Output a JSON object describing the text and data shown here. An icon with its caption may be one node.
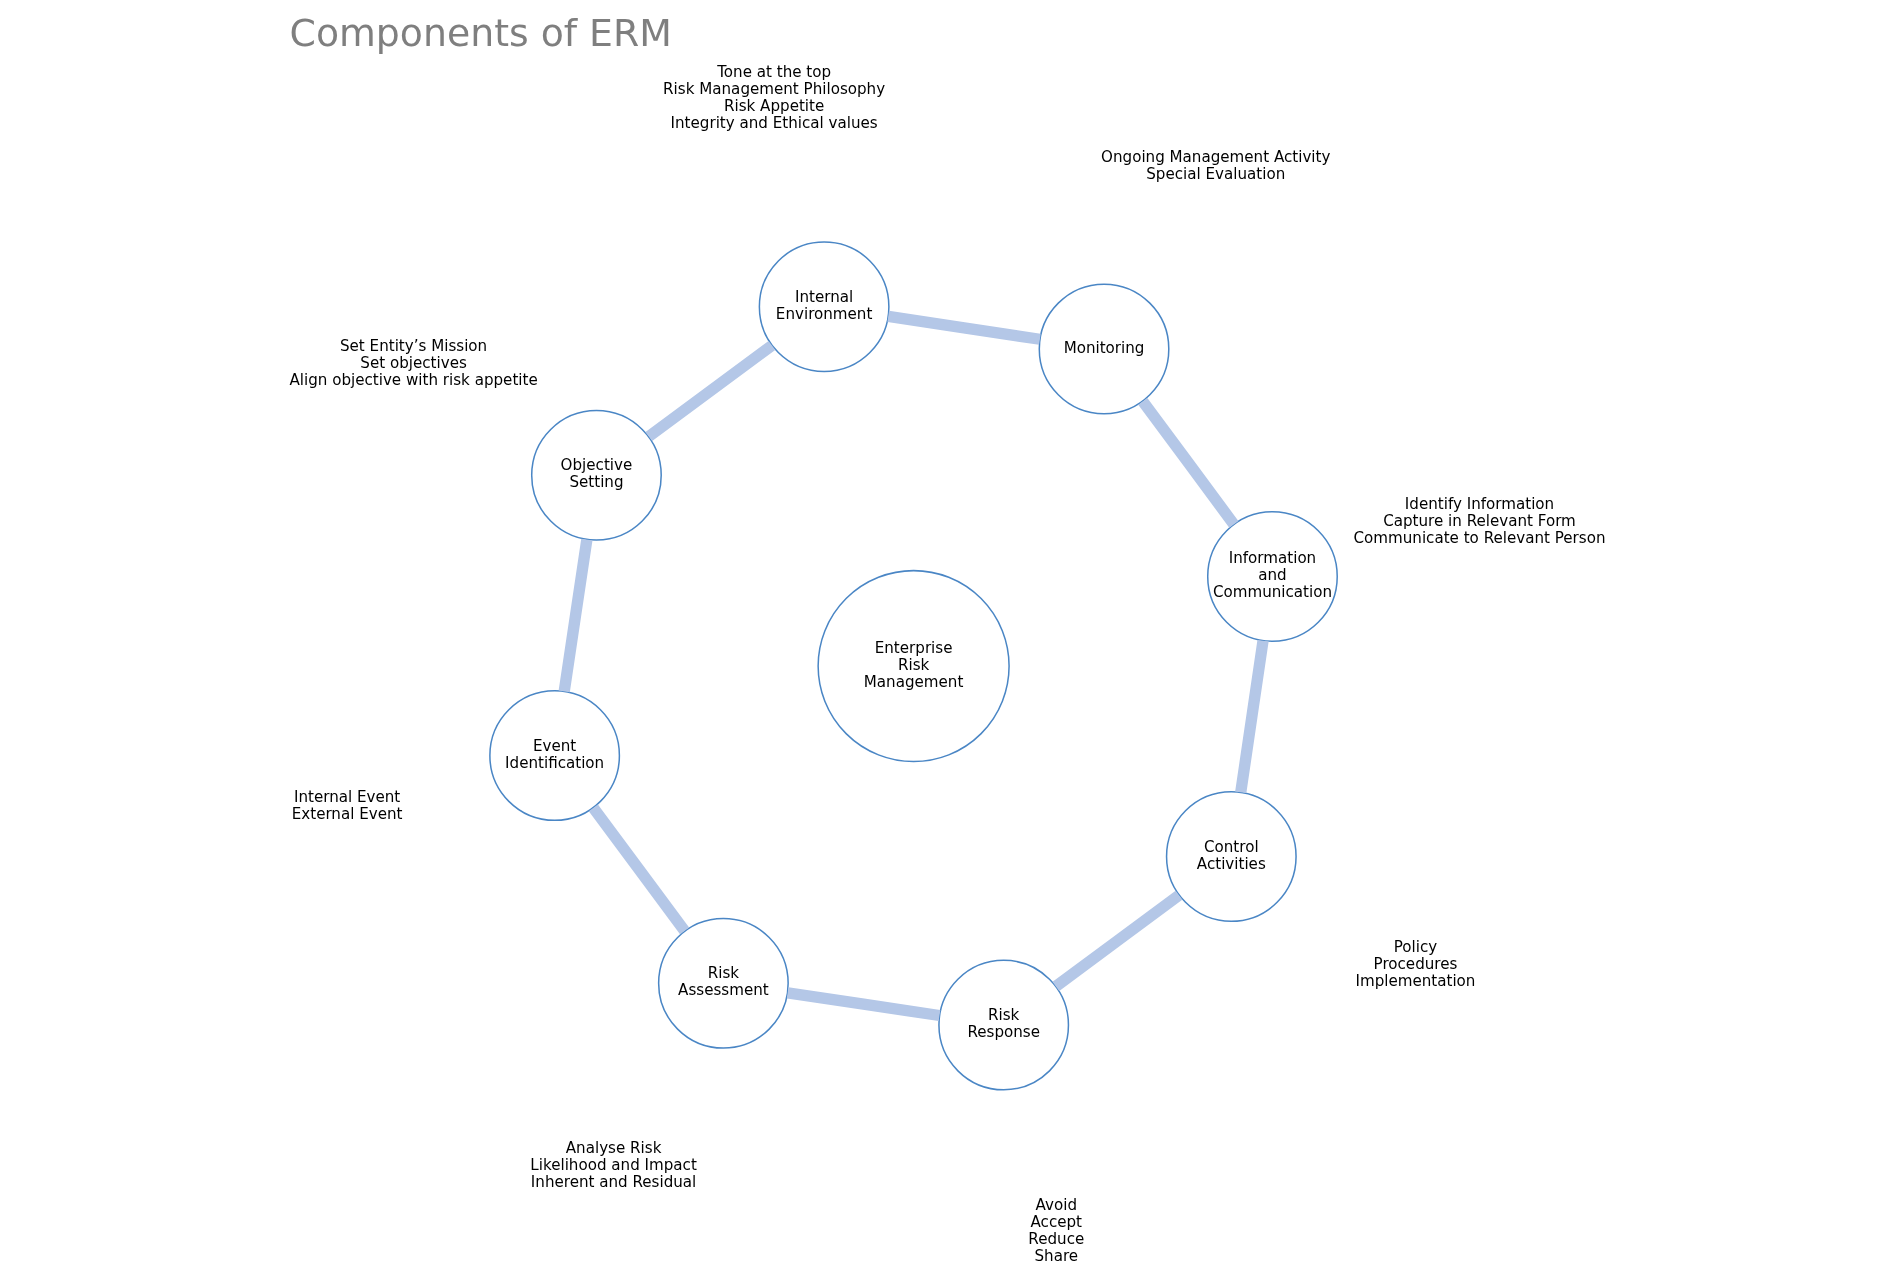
{
  "diagram": {
    "title": "Components of ERM",
    "nodes": [
      {
        "text": [
          "Internal Environment"
        ],
        "beside": [
          "Tone at the top",
          "Risk Management Philosophy",
          "Risk Appetite",
          "Integrity and Ethical values"
        ]
      },
      {
        "text": [
          "Objective Setting"
        ],
        "beside": [
          "Set Entity’s Mission",
          "Set objectives",
          "Align objective with risk appetite"
        ]
      },
      {
        "text": [
          "Event Identification"
        ],
        "beside": [
          "Internal Event",
          "External Event"
        ]
      },
      {
        "text": [
          "Risk Assessment"
        ],
        "beside": [
          "Analyse Risk",
          "Likelihood and Impact",
          "Inherent and Residual"
        ]
      },
      {
        "text": [
          "Risk Response"
        ],
        "beside": [
          "Avoid",
          "Accept",
          "Reduce",
          "Share"
        ]
      },
      {
        "text": [
          "Control Activities"
        ],
        "beside": [
          "Policy",
          "Procedures",
          "Implementation"
        ]
      },
      {
        "text": [
          "Information and Communication"
        ],
        "beside": [
          "Identify Information",
          "Capture in Relevant Form",
          "Communicate to Relevant Person"
        ]
      },
      {
        "text": [
          "Monitoring"
        ],
        "beside": [
          "Ongoing Management Activity",
          "Special Evaluation"
        ]
      },
      {
        "text": [
          "Enterprise Risk Management"
        ]
      }
    ],
    "edges": [
      {
        "from": 0,
        "to": 1,
        "arrow": "none"
      },
      {
        "from": 1,
        "to": 2,
        "arrow": "none"
      },
      {
        "from": 2,
        "to": 3,
        "arrow": "none"
      },
      {
        "from": 3,
        "to": 4,
        "arrow": "none"
      },
      {
        "from": 4,
        "to": 5,
        "arrow": "none"
      },
      {
        "from": 5,
        "to": 6,
        "arrow": "none"
      },
      {
        "from": 6,
        "to": 7,
        "arrow": "none"
      },
      {
        "from": 7,
        "to": 0,
        "arrow": "none"
      }
    ]
  }
}
